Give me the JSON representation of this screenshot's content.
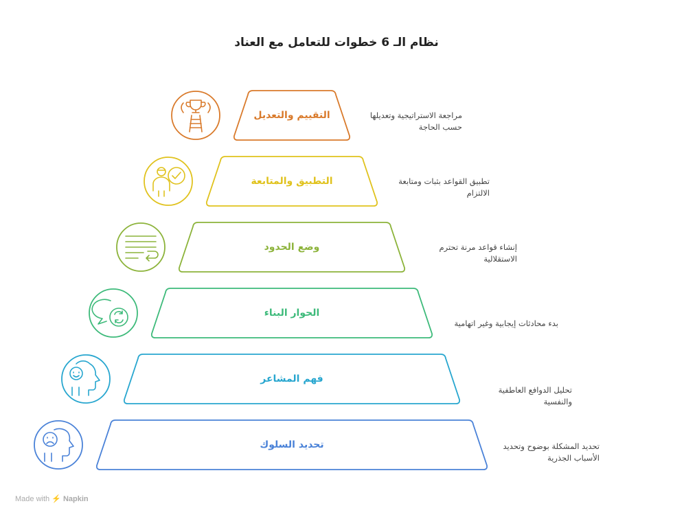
{
  "title": "نظام الـ 6 خطوات للتعامل مع العناد",
  "steps": [
    {
      "label": "التقييم والتعديل",
      "desc": "مراجعة الاستراتيجية وتعديلها حسب الحاجة",
      "color": "#d97a2b",
      "icon": "trophy-ladder-icon"
    },
    {
      "label": "التطبيق والمتابعة",
      "desc": "تطبيق القواعد بثبات ومتابعة الالتزام",
      "color": "#e0c21d",
      "icon": "person-check-icon"
    },
    {
      "label": "وضع الحدود",
      "desc": "إنشاء قواعد مرنة تحترم الاستقلالية",
      "color": "#8cb33a",
      "icon": "rules-list-icon"
    },
    {
      "label": "الحوار البناء",
      "desc": "بدء محادثات إيجابية وغير اتهامية",
      "color": "#3dba7a",
      "icon": "chat-bubbles-icon"
    },
    {
      "label": "فهم المشاعر",
      "desc": "تحليل الدوافع العاطفية والنفسية",
      "color": "#27a6cf",
      "icon": "smiling-head-icon"
    },
    {
      "label": "تحديد السلوك",
      "desc": "تحديد المشكلة بوضوح وتحديد الأسباب الجذرية",
      "color": "#4a82d8",
      "icon": "sad-head-icon"
    }
  ],
  "footer": {
    "made_with": "Made with",
    "brand": "Napkin"
  }
}
